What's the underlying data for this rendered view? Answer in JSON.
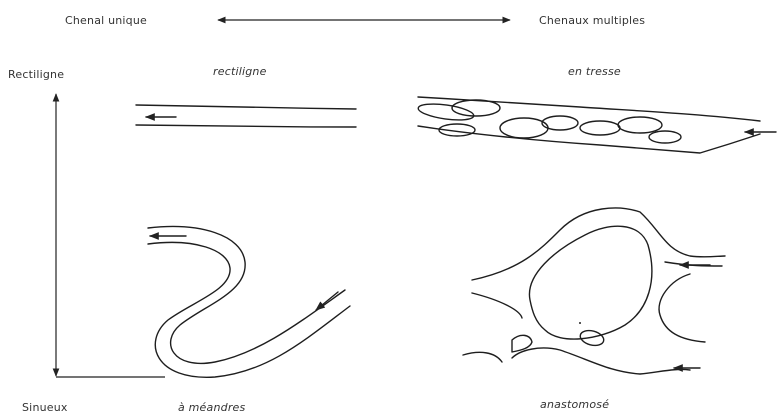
{
  "labels": {
    "top_left": "Chenal unique",
    "top_right": "Chenaux multiples",
    "left_top": "Rectiligne",
    "left_bottom": "Sinueux"
  },
  "panels": {
    "straight": "rectiligne",
    "braided": "en tresse",
    "meandering": "à méandres",
    "anastomosing": "anastomosé"
  }
}
